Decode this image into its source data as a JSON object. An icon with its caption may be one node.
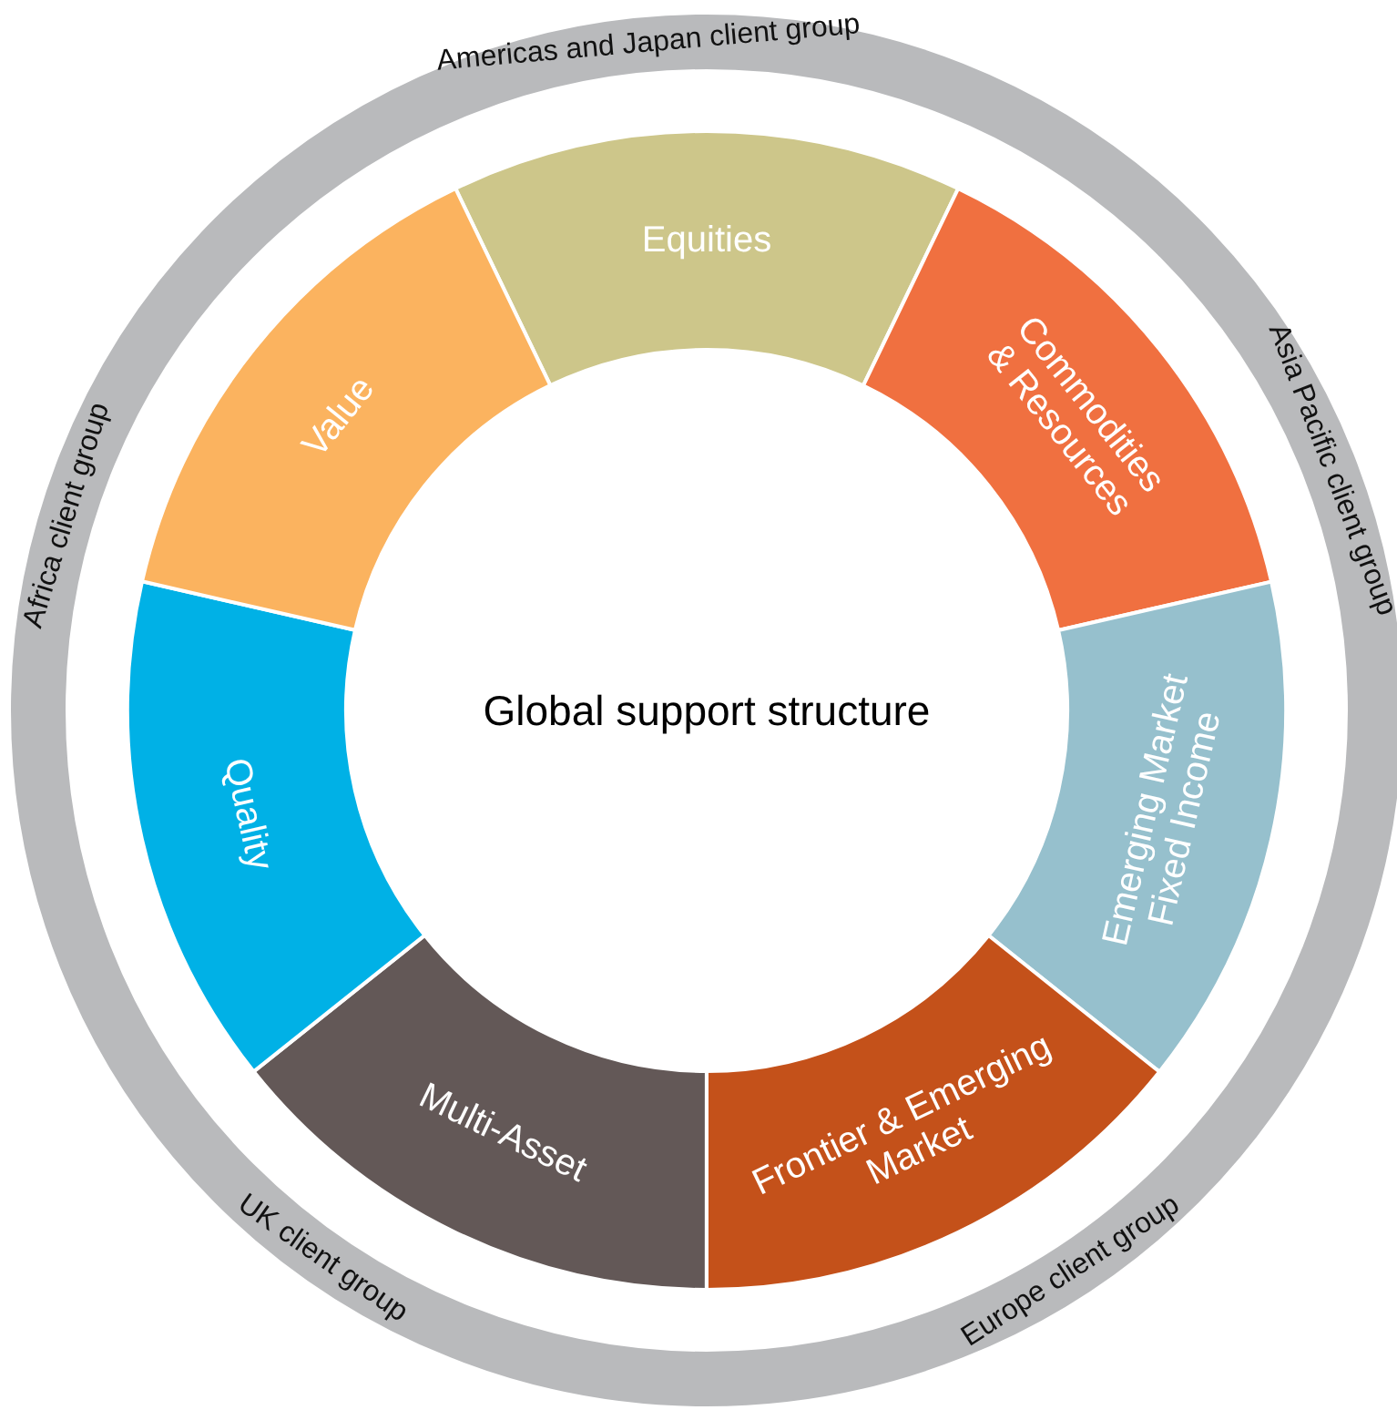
{
  "diagram": {
    "nodes": [
      {
        "text": [
          "Americas and Japan client group",
          "Asia Pacific client group",
          "Europe client group",
          "UK client group",
          "Africa client group"
        ]
      },
      {
        "text": [
          "Equities"
        ],
        "in": 0
      },
      {
        "text": [
          "Commodities & Resources"
        ],
        "in": 0
      },
      {
        "text": [
          "Emerging Market Fixed Income"
        ],
        "in": 0
      },
      {
        "text": [
          "Frontier & Emerging Market"
        ],
        "in": 0
      },
      {
        "text": [
          "Multi-Asset"
        ],
        "in": 0
      },
      {
        "text": [
          "Quality"
        ],
        "in": 0
      },
      {
        "text": [
          "Value"
        ],
        "in": 0
      },
      {
        "text": [
          "Global support structure"
        ],
        "in": 0
      }
    ]
  }
}
